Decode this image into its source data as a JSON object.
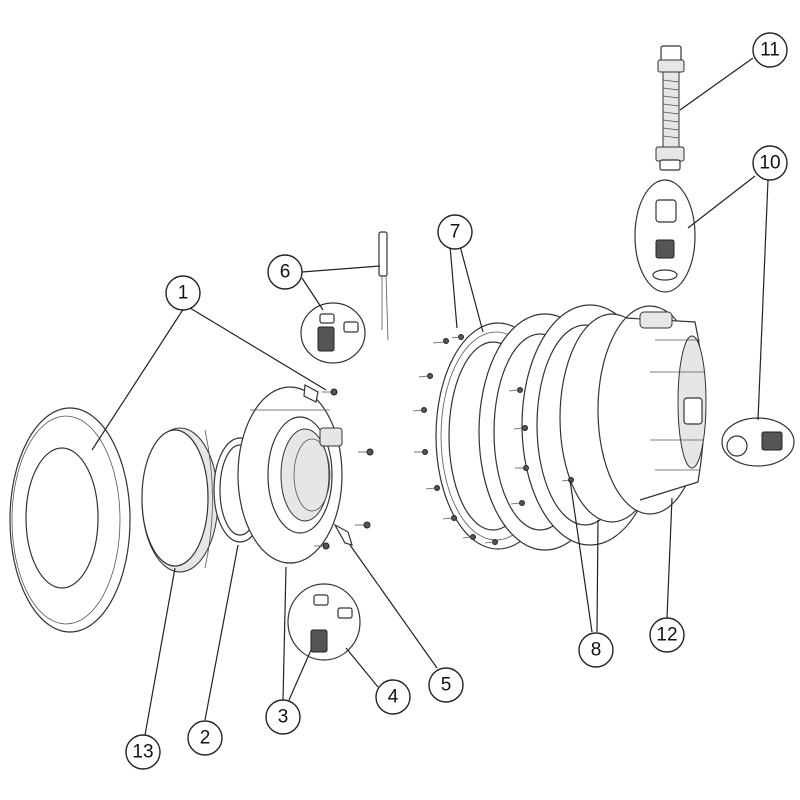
{
  "callouts": [
    {
      "id": "1",
      "label": "1"
    },
    {
      "id": "2",
      "label": "2"
    },
    {
      "id": "3",
      "label": "3"
    },
    {
      "id": "4",
      "label": "4"
    },
    {
      "id": "5",
      "label": "5"
    },
    {
      "id": "6",
      "label": "6"
    },
    {
      "id": "7",
      "label": "7"
    },
    {
      "id": "8",
      "label": "8"
    },
    {
      "id": "10",
      "label": "10"
    },
    {
      "id": "11",
      "label": "11"
    },
    {
      "id": "12",
      "label": "12"
    },
    {
      "id": "13",
      "label": "13"
    }
  ],
  "colors": {
    "line": "#222222",
    "part_fill": "#e6e6e6",
    "background": "#ffffff"
  }
}
